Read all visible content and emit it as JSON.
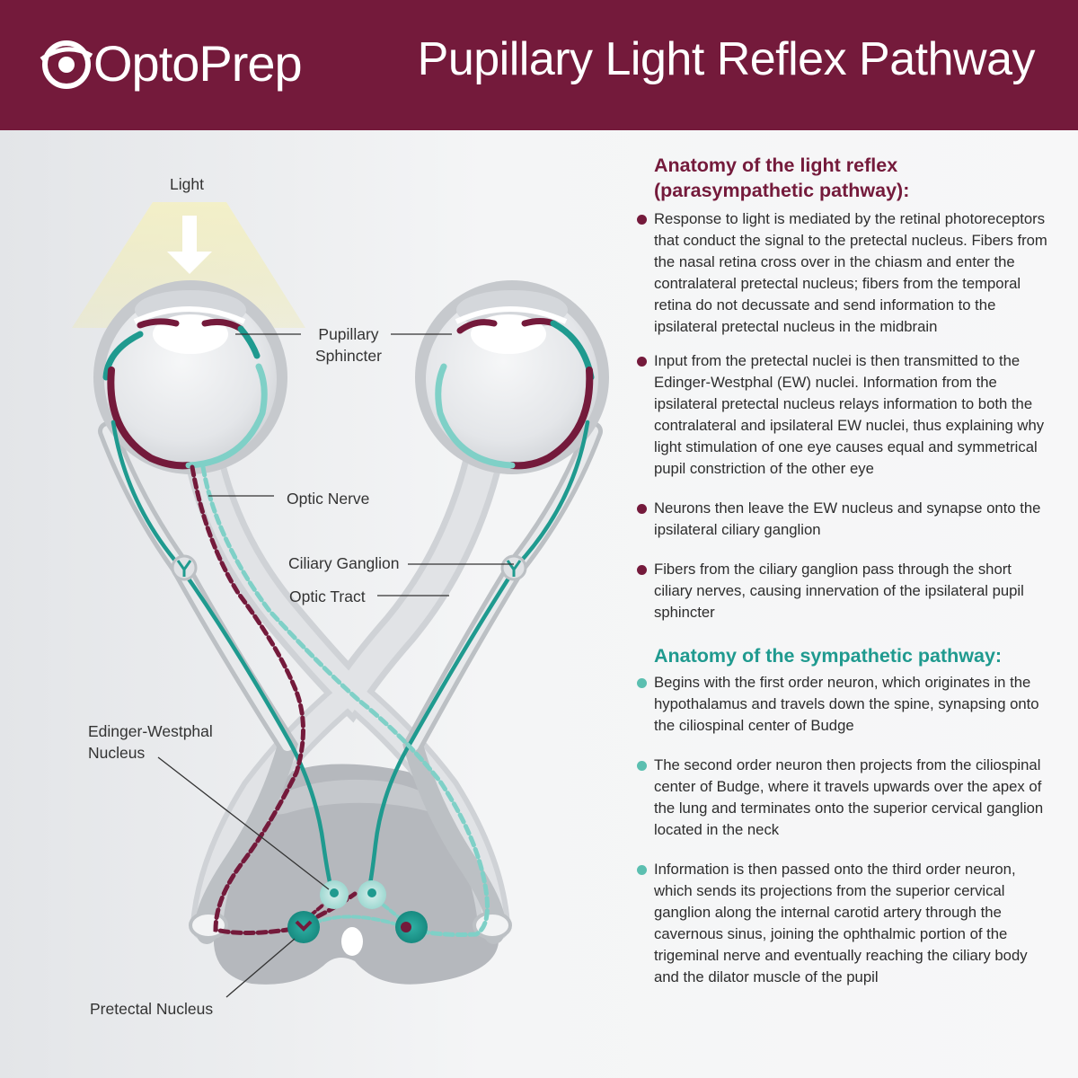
{
  "header": {
    "logo_text": "OptoPrep",
    "title": "Pupillary Light Reflex Pathway"
  },
  "colors": {
    "brand": "#741a3b",
    "parasympathetic": "#741a3b",
    "sympathetic": "#1f9a8f",
    "sympathetic_light": "#6cc9c0",
    "gray": "#bfc2c6"
  },
  "diagram": {
    "labels": {
      "light": "Light",
      "pupillary_sphincter": "Pupillary\nSphincter",
      "optic_nerve": "Optic Nerve",
      "ciliary_ganglion": "Ciliary Ganglion",
      "optic_tract": "Optic Tract",
      "ew_nucleus": "Edinger-Westphal\nNucleus",
      "pretectal_nucleus": "Pretectal Nucleus"
    }
  },
  "parasympathetic": {
    "title": "Anatomy of the light reflex (parasympathetic pathway):",
    "points": [
      "Response to light is mediated by the retinal photoreceptors that conduct the signal to the pretectal nucleus. Fibers from the nasal retina cross over in the chiasm and enter the contralateral pretectal nucleus; fibers from the temporal retina do not decussate and send information to the ipsilateral pretectal nucleus in the midbrain",
      "Input from the pretectal nuclei is then transmitted to the Edinger-Westphal (EW) nuclei. Information from the ipsilateral pretectal nucleus relays information to both the contralateral and ipsilateral EW nuclei, thus explaining why light stimulation of one eye causes equal and symmetrical pupil constriction of the other eye",
      "Neurons then leave the EW nucleus and synapse onto the ipsilateral ciliary ganglion",
      "Fibers from the ciliary ganglion pass through the short ciliary nerves, causing innervation of the ipsilateral pupil sphincter"
    ]
  },
  "sympathetic": {
    "title": "Anatomy of the sympathetic pathway:",
    "points": [
      "Begins with the first order neuron, which originates in the hypothalamus and travels down the spine, synapsing onto the ciliospinal center of Budge",
      "The second order neuron then projects from the ciliospinal center of Budge, where it travels upwards over the apex of the lung and terminates onto the superior cervical ganglion located in the neck",
      "Information is then passed onto the third order neuron, which sends its projections from the superior cervical ganglion along the internal carotid artery through the cavernous sinus, joining the ophthalmic portion of the trigeminal nerve and eventually reaching the ciliary body and the dilator muscle of the pupil"
    ]
  }
}
